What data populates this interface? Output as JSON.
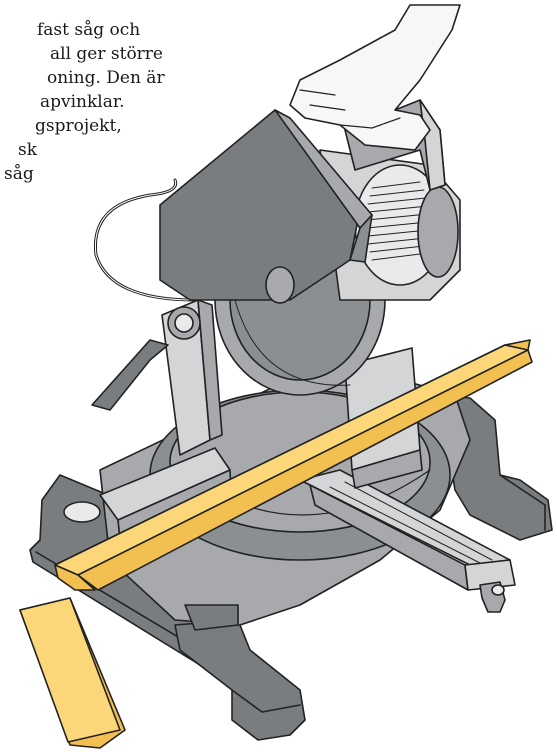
{
  "caption": {
    "lines": [
      "fast såg och",
      "all ger större",
      "oning. Den är",
      "apvinklar.",
      "gsprojekt,",
      "sk",
      "såg"
    ]
  },
  "illustration": {
    "icon": "miter-saw-illustration",
    "colors": {
      "dark_gray": "#7a7d80",
      "medium_gray": "#a7a9ac",
      "light_gray": "#d4d5d7",
      "very_light_gray": "#e9eaeb",
      "wood": "#fbd77a",
      "wood_edge": "#f2c050",
      "glove": "#f7f7f7",
      "outline": "#222222"
    }
  }
}
